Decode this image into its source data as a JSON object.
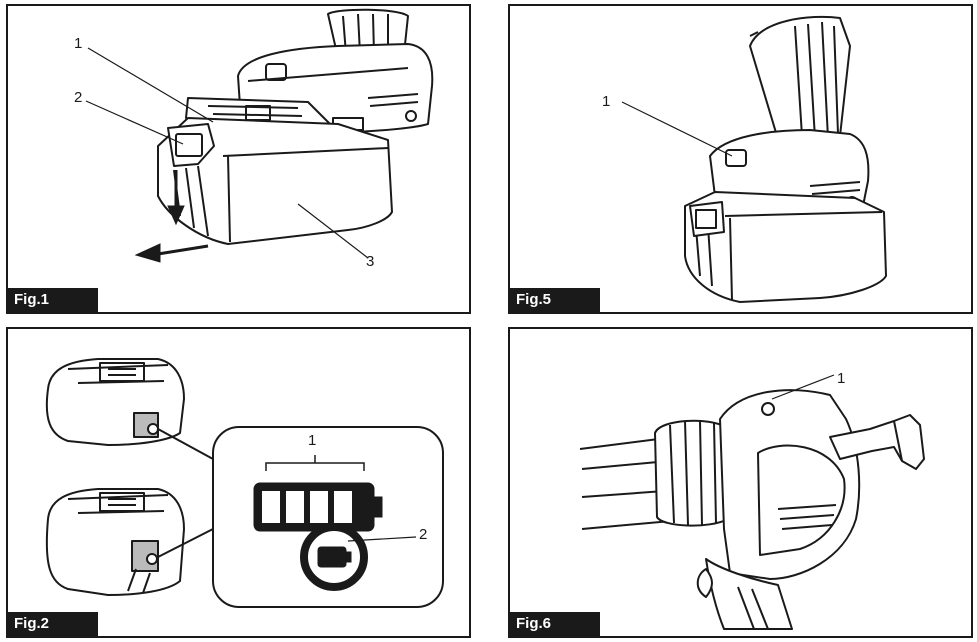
{
  "figures": {
    "fig1": {
      "label": "Fig.1",
      "callouts": [
        "1",
        "2",
        "3"
      ]
    },
    "fig5": {
      "label": "Fig.5",
      "callouts": [
        "1"
      ]
    },
    "fig2": {
      "label": "Fig.2",
      "callouts": [
        "1",
        "2"
      ]
    },
    "fig6": {
      "label": "Fig.6",
      "callouts": [
        "1"
      ]
    }
  }
}
